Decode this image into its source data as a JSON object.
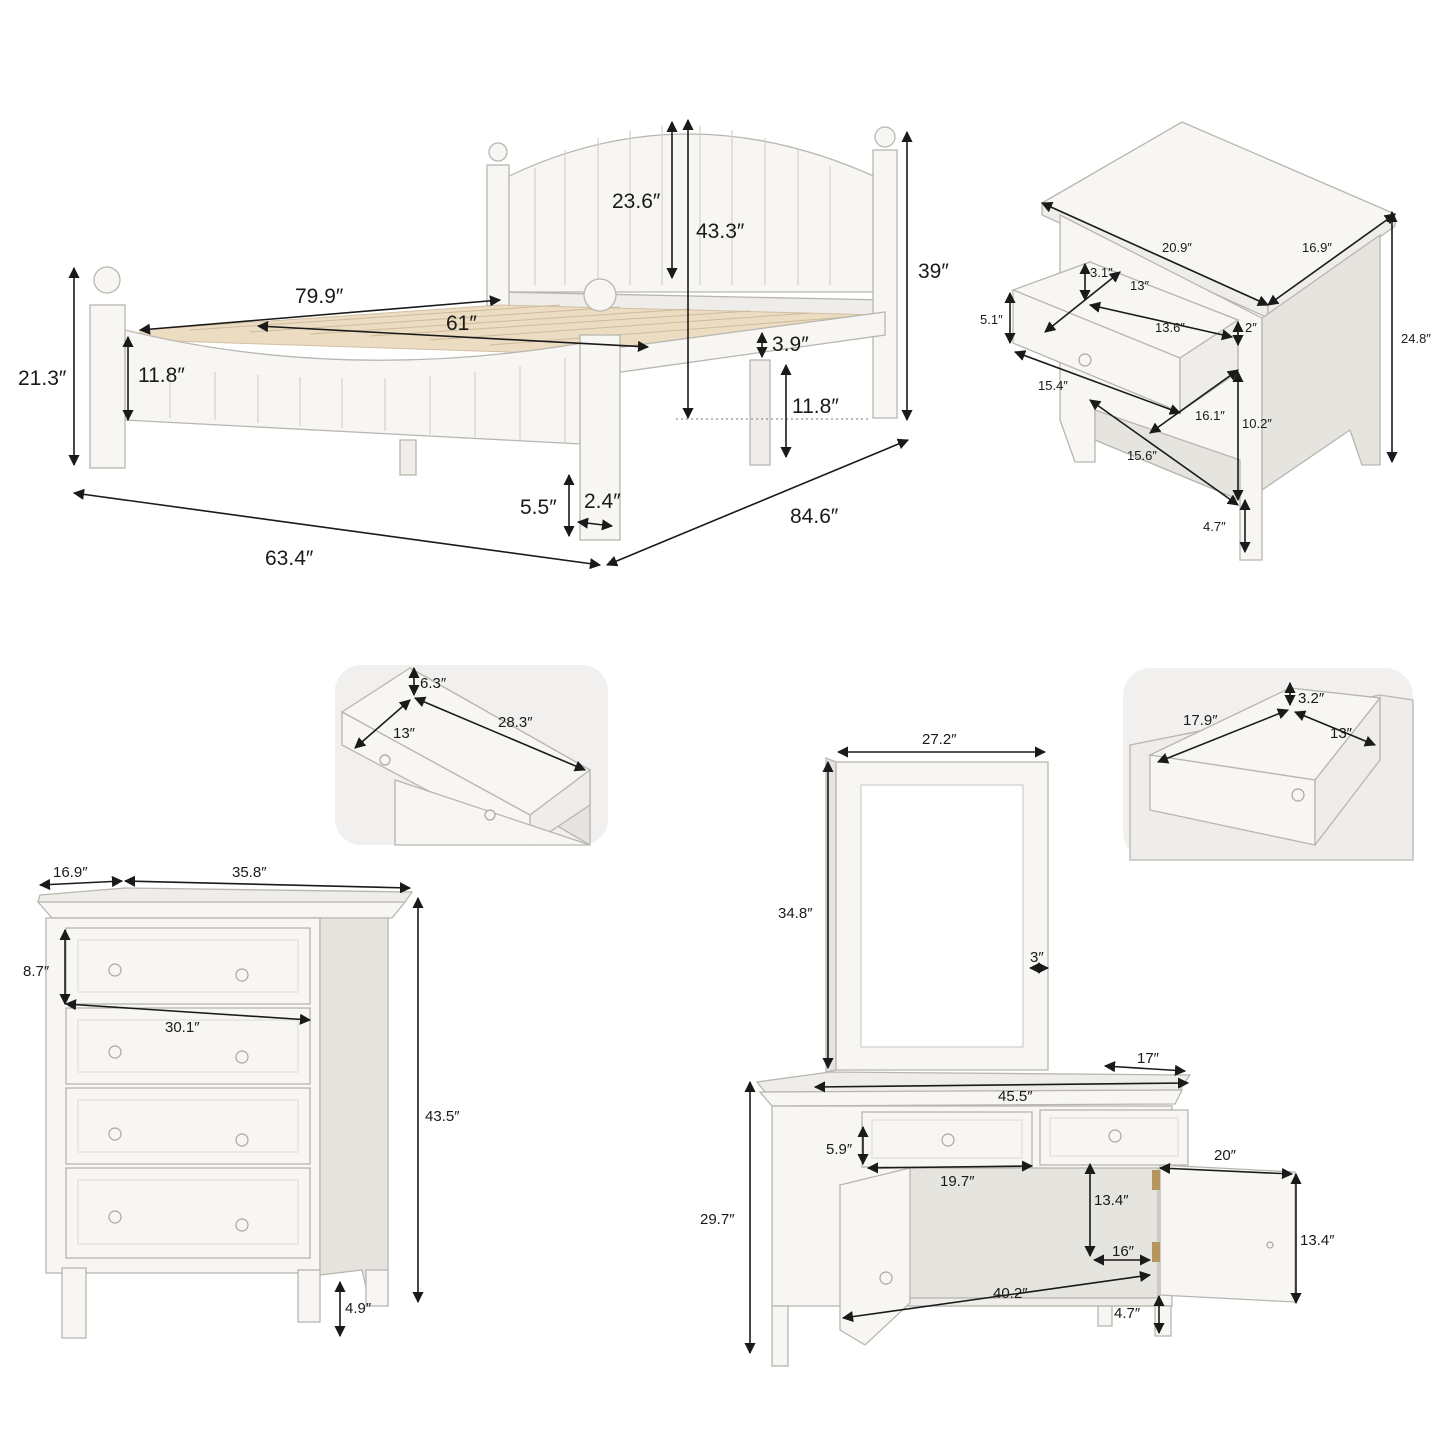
{
  "colors": {
    "furniture": "#f7f6f3",
    "slats": "#ecdcc2",
    "dimension_lines": "#1a1a1a",
    "inset_background": "#f1f0ee"
  },
  "bed": {
    "headboard_height": "23.6″",
    "headboard_total_height": "43.3″",
    "headpost_height": "39″",
    "inner_length": "79.9″",
    "inner_width": "61″",
    "rail_height": "3.9″",
    "footboard_panel_height": "11.8″",
    "underbed_clearance": "11.8″",
    "footpost_height": "21.3″",
    "leg_height": "5.5″",
    "leg_width": "2.4″",
    "overall_width": "63.4″",
    "overall_length": "84.6″"
  },
  "nightstand": {
    "top_width": "20.9″",
    "top_depth": "16.9″",
    "drawer_inner_height": "3.1″",
    "drawer_inner_depth": "13″",
    "drawer_inner_width": "13.6″",
    "drawer_front_height": "5.1″",
    "drawer_offset": "2″",
    "drawer_outer_width": "15.4″",
    "shelf_depth": "16.1″",
    "shelf_height": "10.2″",
    "shelf_width": "15.6″",
    "overall_height": "24.8″",
    "leg_height": "4.7″"
  },
  "chest_drawer_inset": {
    "height": "6.3″",
    "depth": "13″",
    "width": "28.3″"
  },
  "chest": {
    "depth": "16.9″",
    "width": "35.8″",
    "drawer_height": "8.7″",
    "drawer_width": "30.1″",
    "overall_height": "43.5″",
    "leg_height": "4.9″"
  },
  "dresser_drawer_inset": {
    "width": "17.9″",
    "height": "3.2″",
    "depth": "13″"
  },
  "mirror": {
    "width": "27.2″",
    "height": "34.8″",
    "frame_depth": "3″"
  },
  "dresser": {
    "depth": "17″",
    "width": "45.5″",
    "drawer_height": "5.9″",
    "drawer_width": "19.7″",
    "door_width": "20″",
    "cabinet_height": "13.4″",
    "door_height": "13.4″",
    "cabinet_depth": "16″",
    "cabinet_width": "40.2″",
    "overall_height": "29.7″",
    "leg_height": "4.7″"
  }
}
